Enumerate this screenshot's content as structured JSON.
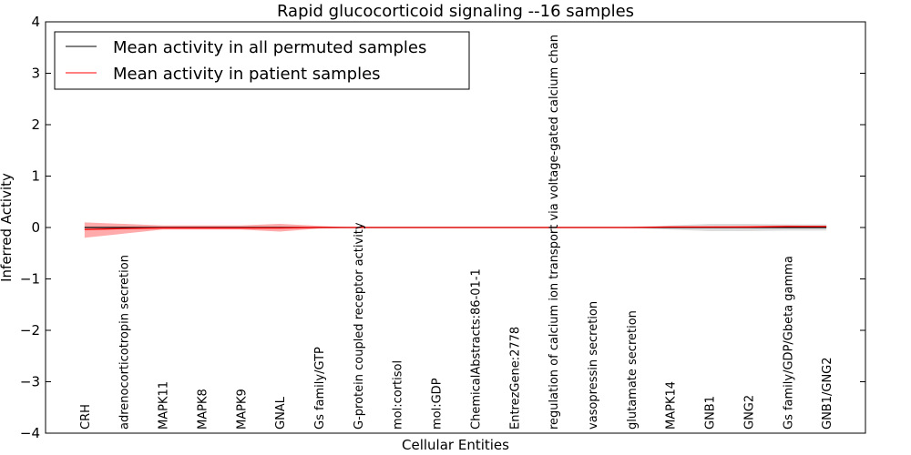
{
  "chart_data": {
    "type": "line",
    "title": "Rapid glucocorticoid signaling --16 samples",
    "xlabel": "Cellular Entities",
    "ylabel": "Inferred Activity",
    "ylim": [
      -4,
      4
    ],
    "yticks": [
      "4",
      "3",
      "2",
      "1",
      "0",
      "−1",
      "−2",
      "−3",
      "−4"
    ],
    "ytick_values": [
      4,
      3,
      2,
      1,
      0,
      -1,
      -2,
      -3,
      -4
    ],
    "grid": false,
    "legend_position": "top-left",
    "categories": [
      "CRH",
      "adrenocorticotropin secretion",
      "MAPK11",
      "MAPK8",
      "MAPK9",
      "GNAL",
      "Gs family/GTP",
      "G-protein coupled receptor activity",
      "mol:cortisol",
      "mol:GDP",
      "ChemicalAbstracts:86-01-1",
      "EntrezGene:2778",
      "regulation of calcium ion transport via voltage-gated calcium chan",
      "vasopressin secretion",
      "glutamate secretion",
      "MAPK14",
      "GNB1",
      "GNG2",
      "Gs family/GDP/Gbeta gamma",
      "GNB1/GNG2"
    ],
    "series": [
      {
        "name": "Mean activity in all permuted samples",
        "color": "#000000",
        "band_color": "#bbbbbb",
        "values": [
          0,
          0,
          0,
          0,
          0,
          0,
          0,
          0,
          0,
          0,
          0,
          0,
          0,
          0,
          0,
          0,
          0,
          0,
          0,
          0
        ],
        "lower": [
          0,
          0,
          0,
          0,
          0,
          0,
          0,
          0,
          0,
          0,
          0,
          0,
          0,
          0,
          -0.01,
          -0.04,
          -0.07,
          -0.07,
          -0.06,
          -0.06
        ],
        "upper": [
          0,
          0,
          0,
          0,
          0,
          0,
          0,
          0,
          0,
          0,
          0,
          0,
          0,
          0,
          0.01,
          0.04,
          0.07,
          0.07,
          0.06,
          0.06
        ]
      },
      {
        "name": "Mean activity in patient samples",
        "color": "#ff0000",
        "band_color": "#ff6666",
        "values": [
          -0.04,
          -0.02,
          -0.01,
          -0.01,
          -0.01,
          -0.01,
          0,
          0,
          0,
          0,
          0,
          0,
          0,
          0,
          0,
          0.01,
          0.01,
          0.01,
          0.02,
          0.02
        ],
        "lower": [
          -0.2,
          -0.12,
          -0.04,
          -0.04,
          -0.04,
          -0.08,
          -0.02,
          0,
          0,
          0,
          0,
          0,
          0,
          0,
          0,
          0,
          0,
          0,
          0,
          0
        ],
        "upper": [
          0.1,
          0.07,
          0.04,
          0.04,
          0.04,
          0.07,
          0.03,
          0,
          0,
          0,
          0,
          0,
          0,
          0,
          0,
          0.01,
          0.02,
          0.03,
          0.04,
          0.03
        ]
      }
    ]
  }
}
